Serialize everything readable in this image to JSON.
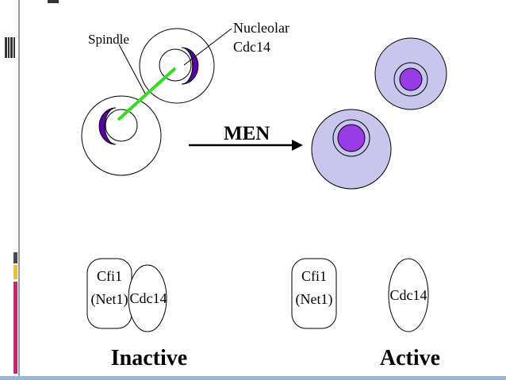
{
  "diagram": {
    "labels": {
      "spindle": "Spindle",
      "nucleolar_line1": "Nucleolar",
      "nucleolar_line2": "Cdc14",
      "men": "MEN"
    },
    "inactive": {
      "cfi1_line1": "Cfi1",
      "cfi1_line2": "(Net1)",
      "cdc14": "Cdc14",
      "state": "Inactive"
    },
    "active": {
      "cfi1_line1": "Cfi1",
      "cfi1_line2": "(Net1)",
      "cdc14": "Cdc14",
      "state": "Active"
    }
  },
  "colors": {
    "spindle": "#33dd22",
    "nucleolus_dark": "#5a00a8",
    "nucleus_purple": "#9a3be8",
    "active_cell_fill": "#c9c6ee",
    "left_bar_magenta": "#d81b74",
    "left_bar_yellow": "#f2c21a",
    "left_bar_gray": "#4a4a4a",
    "bottom_rule": "#9bb7d8"
  },
  "icons": {
    "left_edge_marker": "vertical-bars-icon"
  }
}
